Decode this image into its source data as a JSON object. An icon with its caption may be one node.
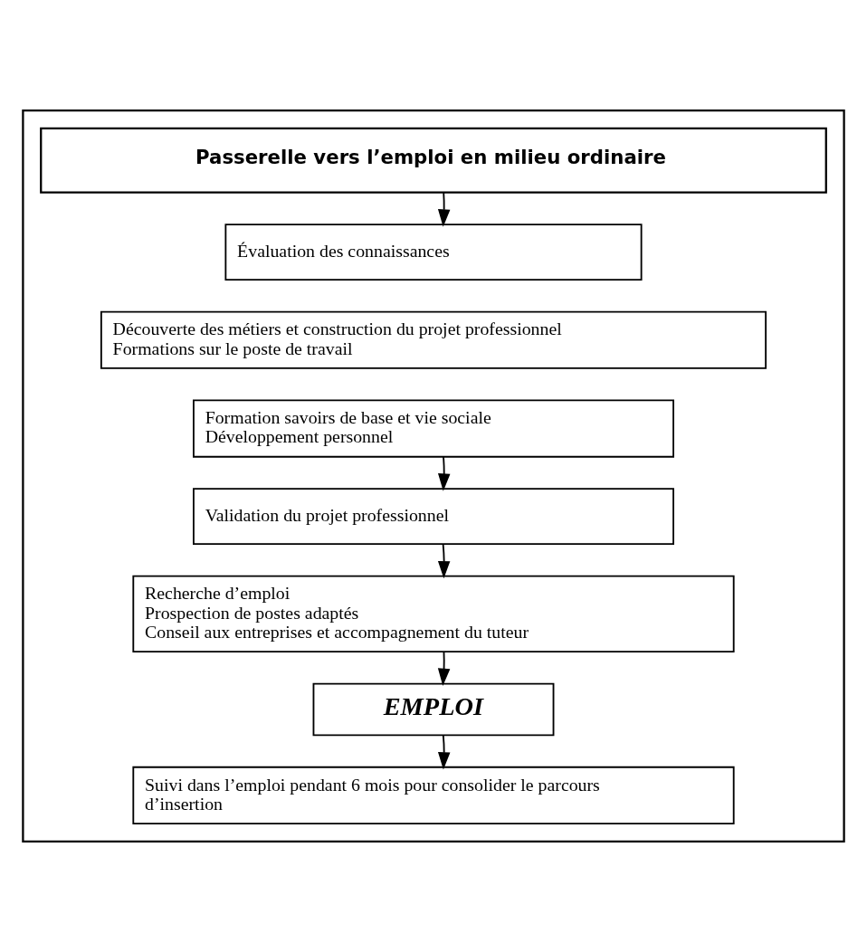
{
  "diagram": {
    "nodes": [
      {
        "text": [],
        "shape": "box"
      },
      {
        "text": [
          "Passerelle vers l’emploi en milieu ordinaire"
        ],
        "in": 0
      },
      {
        "text": [
          "Évaluation des connaissances"
        ],
        "in": 0
      },
      {
        "text": [
          "Découverte des métiers et construction du projet professionnel",
          "Formations sur le poste de travail"
        ],
        "in": 0
      },
      {
        "text": [
          "Formation savoirs de base et vie sociale",
          "Développement personnel"
        ],
        "in": 0
      },
      {
        "text": [
          "Validation du projet professionnel"
        ],
        "in": 0
      },
      {
        "text": [
          "Recherche d’emploi",
          "Prospection de postes adaptés",
          "Conseil aux entreprises et accompagnement du tuteur"
        ],
        "in": 0
      },
      {
        "text": [
          "EMPLOI"
        ],
        "in": 0
      },
      {
        "text": [
          "Suivi dans l’emploi pendant 6 mois pour consolider le parcours d’insertion"
        ],
        "in": 0
      }
    ],
    "edges": [
      {
        "from": 1,
        "to": 2,
        "arrow": "to"
      },
      {
        "from": 4,
        "to": 5,
        "arrow": "to"
      },
      {
        "from": 5,
        "to": 6,
        "arrow": "to"
      },
      {
        "from": 6,
        "to": 7,
        "arrow": "to"
      },
      {
        "from": 7,
        "to": 8,
        "arrow": "to"
      }
    ]
  }
}
